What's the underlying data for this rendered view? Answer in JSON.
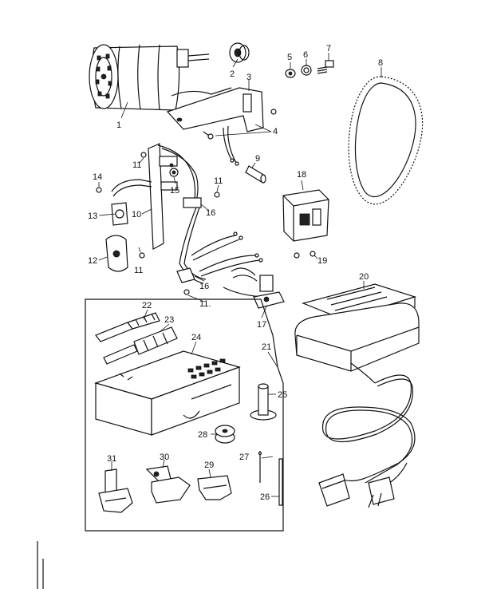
{
  "labels": {
    "l1": "1",
    "l2": "2",
    "l3": "3",
    "l4": "4",
    "l5": "5",
    "l6": "6",
    "l7": "7",
    "l8": "8",
    "l9": "9",
    "l10": "10",
    "l11a": "11",
    "l11b": "11",
    "l11c": "11",
    "l11d": "11.",
    "l12": "12",
    "l13": "13",
    "l14": "14",
    "l15": "15",
    "l16a": "16",
    "l16b": "16",
    "l17": "17",
    "l18": "18",
    "l19": "19",
    "l20": "20",
    "l21": "21",
    "l22": "22",
    "l23": "23",
    "l24": "24",
    "l25": "25",
    "l26": "26",
    "l27": "27",
    "l28": "28",
    "l29": "29",
    "l30": "30",
    "l31": "31"
  },
  "parts": {
    "motor": "motor-icon",
    "pulley": "pulley-icon",
    "bracket": "bracket-icon",
    "belt": "belt-icon",
    "switch_block": "switch-block-icon",
    "foot_control": "foot-control-icon",
    "accessory_box": "accessory-box-icon"
  }
}
